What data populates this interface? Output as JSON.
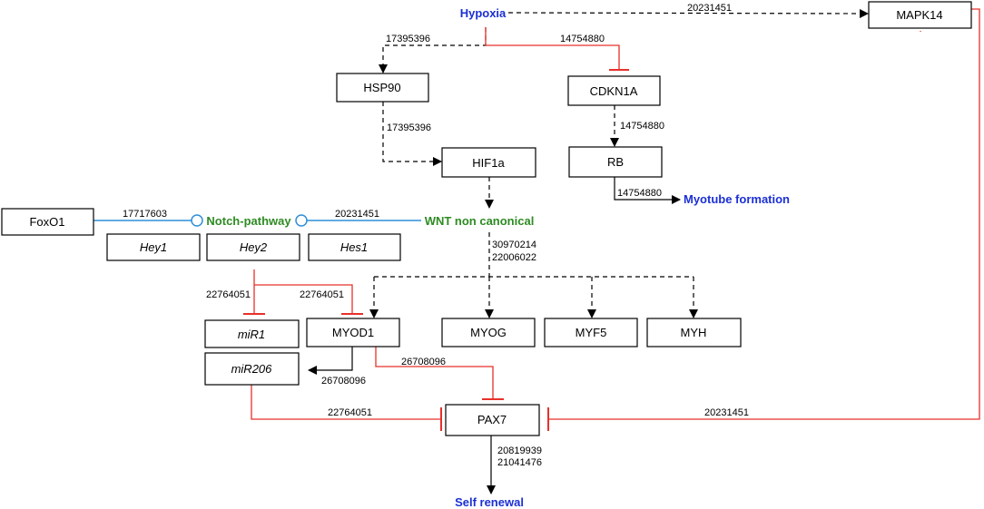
{
  "colors": {
    "inhibition": "#e8302a",
    "notch_link": "#2f8fd8",
    "process_blue": "#1b2fd6",
    "pathway_green": "#2e8b23",
    "edge": "#000000"
  },
  "terms": {
    "hypoxia": "Hypoxia",
    "myotube_formation": "Myotube formation",
    "self_renewal": "Self renewal",
    "notch_pathway": "Notch-pathway",
    "wnt_non_canonical": "WNT non canonical"
  },
  "nodes": {
    "mapk14": "MAPK14",
    "hsp90": "HSP90",
    "cdkn1a": "CDKN1A",
    "hif1a": "HIF1a",
    "rb": "RB",
    "foxo1": "FoxO1",
    "hey1": "Hey1",
    "hey2": "Hey2",
    "hes1": "Hes1",
    "mir1": "miR1",
    "mir206": "miR206",
    "myod1": "MYOD1",
    "myog": "MYOG",
    "myf5": "MYF5",
    "myh": "MYH",
    "pax7": "PAX7"
  },
  "edge_labels": {
    "hypoxia_mapk14": "20231451",
    "hypoxia_hsp90": "17395396",
    "hypoxia_cdkn1a": "14754880",
    "hsp90_hif1a": "17395396",
    "cdkn1a_rb": "14754880",
    "rb_myotube": "14754880",
    "foxo1_notch": "17717603",
    "notch_wnt": "20231451",
    "wnt_targets_line1": "30970214",
    "wnt_targets_line2": "22006022",
    "hey2_mir1": "22764051",
    "hey2_myod1": "22764051",
    "myod1_mir206": "26708096",
    "myod1_pax7": "26708096",
    "mir206_pax7": "22764051",
    "mapk14_pax7": "20231451",
    "pax7_selfrenewal_line1": "20819939",
    "pax7_selfrenewal_line2": "21041476"
  }
}
